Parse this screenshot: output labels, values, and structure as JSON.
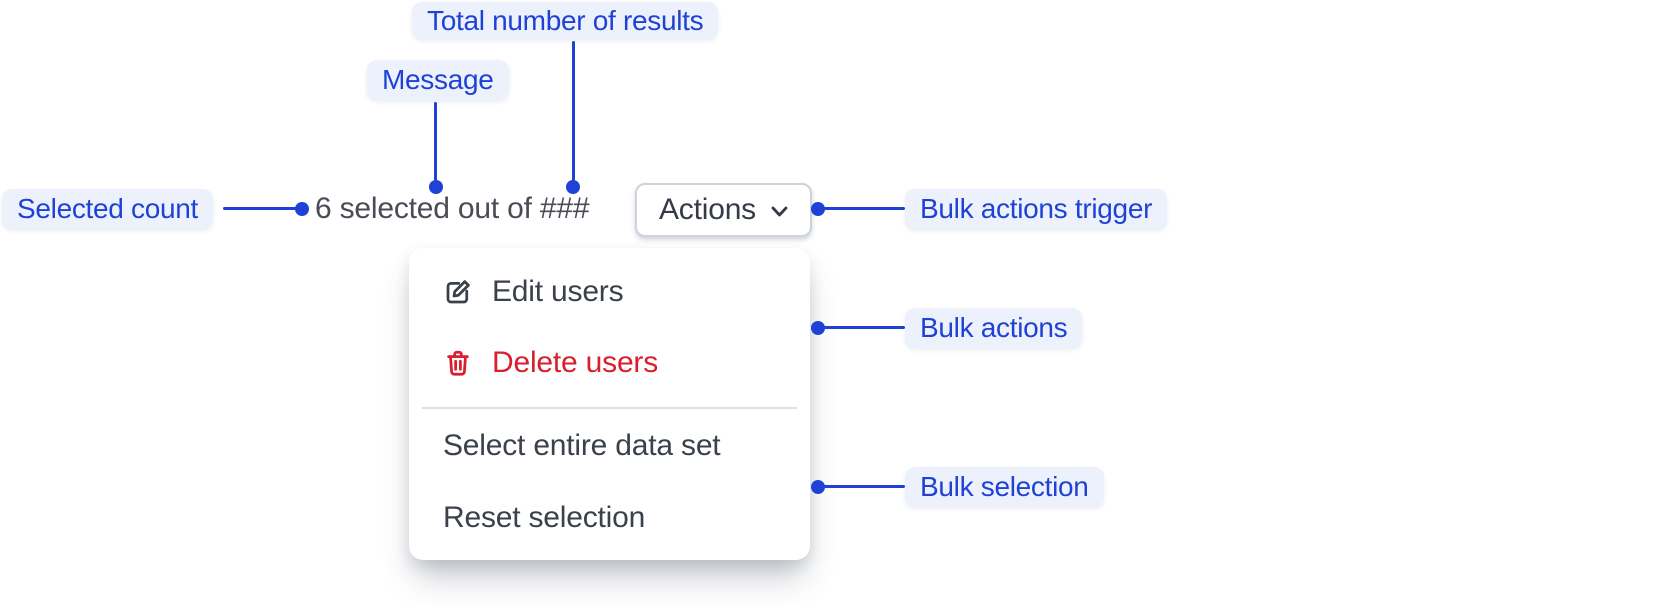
{
  "annotations": {
    "total_results": "Total number of results",
    "message": "Message",
    "selected_count": "Selected count",
    "bulk_actions_trigger": "Bulk actions trigger",
    "bulk_actions": "Bulk actions",
    "bulk_selection": "Bulk selection"
  },
  "toolbar": {
    "selection_message": "6 selected out of ###",
    "actions_button_label": "Actions",
    "actions_button_icon": "chevron-down-icon"
  },
  "menu": {
    "action_items": [
      {
        "label": "Edit users",
        "icon": "edit-pencil-icon",
        "danger": false
      },
      {
        "label": "Delete users",
        "icon": "trash-icon",
        "danger": true
      }
    ],
    "selection_items": [
      {
        "label": "Select entire data set"
      },
      {
        "label": "Reset selection"
      }
    ]
  },
  "colors": {
    "annotation_accent": "#1e42d6",
    "annotation_label_bg": "#edf1fc",
    "menu_text": "#3a414b",
    "danger_red": "#da1e2d",
    "muted_message_text": "#484c55",
    "button_border": "#ccd3dd",
    "divider": "#dbe0e7",
    "background": "#ffffff"
  }
}
